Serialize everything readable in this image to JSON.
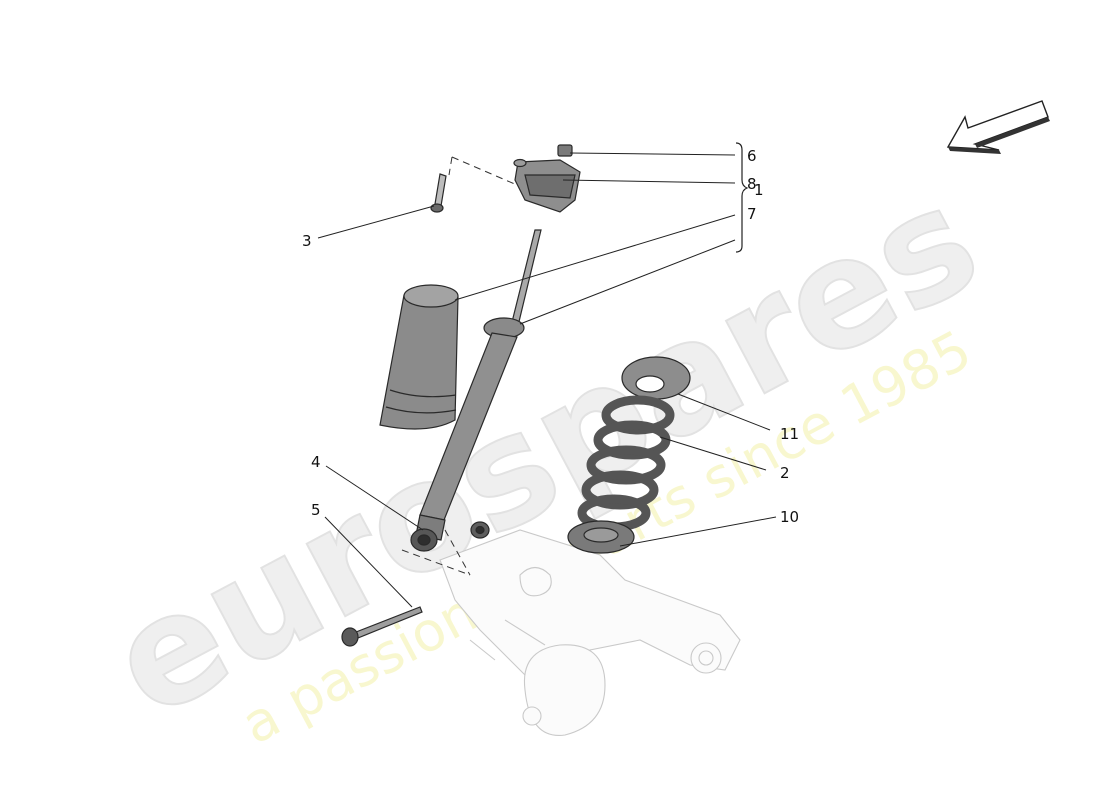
{
  "watermark": {
    "logo_text": "eurospares",
    "tagline": "a passion for parts since 1985"
  },
  "callouts": [
    {
      "id": "6",
      "label": "6"
    },
    {
      "id": "8",
      "label": "8"
    },
    {
      "id": "1",
      "label": "1"
    },
    {
      "id": "7",
      "label": "7"
    },
    {
      "id": "3",
      "label": "3"
    },
    {
      "id": "11",
      "label": "11"
    },
    {
      "id": "2",
      "label": "2"
    },
    {
      "id": "4",
      "label": "4"
    },
    {
      "id": "5",
      "label": "5"
    },
    {
      "id": "10",
      "label": "10"
    }
  ],
  "icons": {
    "direction_arrow": "front-direction-arrow-icon"
  },
  "colors": {
    "part_fill": "#8e8e8e",
    "part_dark": "#5c5c5c",
    "line": "#222222",
    "watermark_grey": "#e6e6e6",
    "watermark_yellow": "#f1ee9c"
  }
}
